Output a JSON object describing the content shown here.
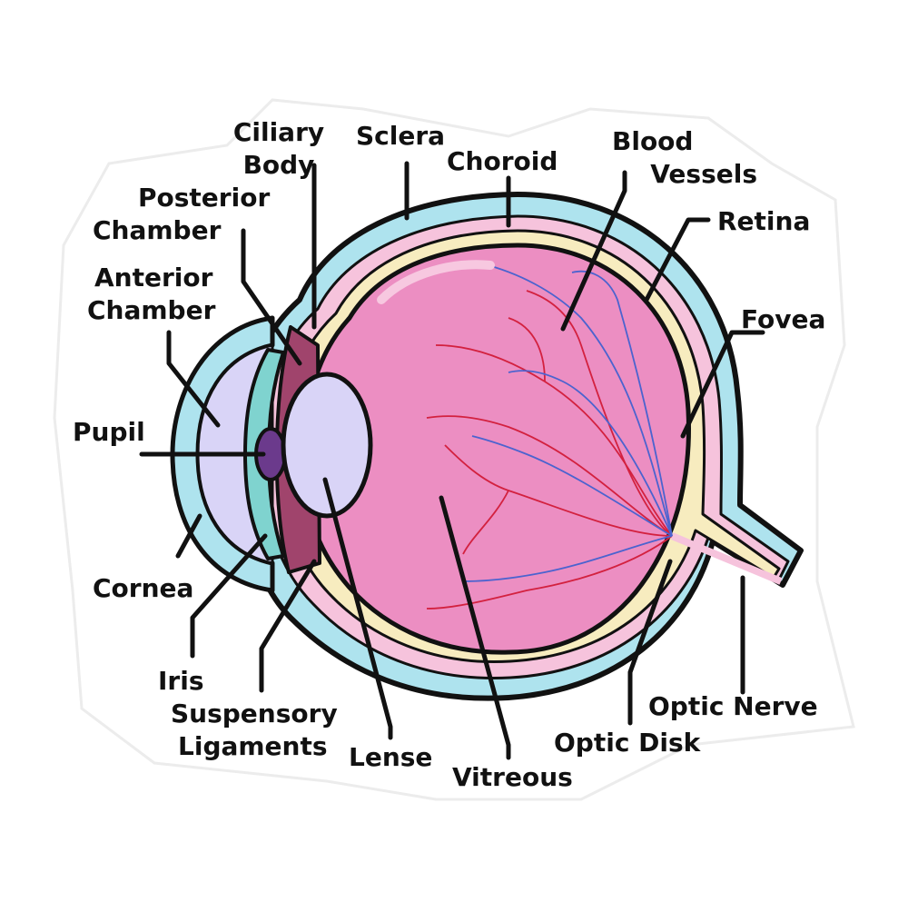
{
  "colors": {
    "outline": "#111111",
    "sclera": "#aee3ee",
    "choroid": "#f6c3dc",
    "retina": "#f7ecbf",
    "vitreous": "#ec8ec2",
    "lens": "#d9d4f7",
    "iris": "#7fd3cf",
    "pupil": "#6b3a8c",
    "ciliary": "#a0446c",
    "artery": "#d3213f",
    "vein": "#4b63cf",
    "sticker_shadow": "#e7e7e7"
  },
  "labels": {
    "ciliary_body": [
      "Ciliary",
      "Body"
    ],
    "sclera": "Sclera",
    "choroid": "Choroid",
    "blood_vessels": [
      "Blood",
      "Vessels"
    ],
    "retina": "Retina",
    "posterior_chamber": [
      "Posterior",
      "Chamber"
    ],
    "anterior_chamber": [
      "Anterior",
      "Chamber"
    ],
    "fovea": "Fovea",
    "pupil": "Pupil",
    "cornea": "Cornea",
    "iris": "Iris",
    "suspensory_ligaments": [
      "Suspensory",
      "Ligaments"
    ],
    "lense": "Lense",
    "vitreous": "Vitreous",
    "optic_nerve": "Optic Nerve",
    "optic_disk": "Optic Disk"
  }
}
